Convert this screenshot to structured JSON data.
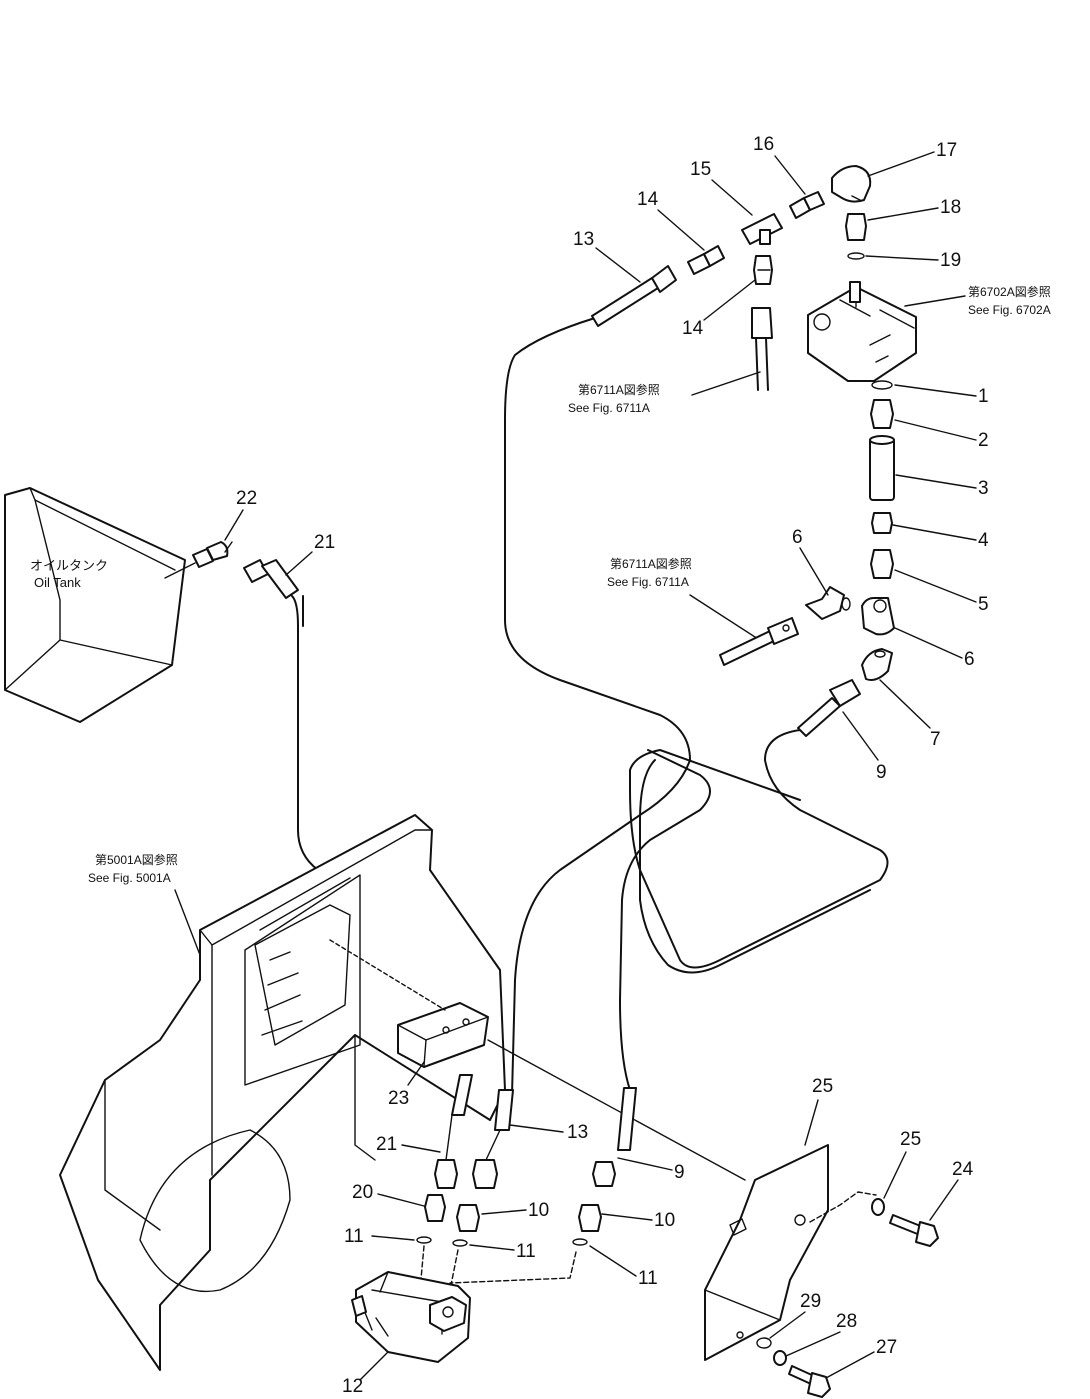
{
  "callouts": {
    "c1": "1",
    "c2": "2",
    "c3": "3",
    "c4": "4",
    "c5": "5",
    "c6a": "6",
    "c6b": "6",
    "c7": "7",
    "c9a": "9",
    "c9b": "9",
    "c10a": "10",
    "c10b": "10",
    "c11a": "11",
    "c11b": "11",
    "c11c": "11",
    "c12": "12",
    "c13a": "13",
    "c13b": "13",
    "c14a": "14",
    "c14b": "14",
    "c15": "15",
    "c16": "16",
    "c17": "17",
    "c18": "18",
    "c19": "19",
    "c20": "20",
    "c21a": "21",
    "c21b": "21",
    "c22": "22",
    "c23": "23",
    "c24": "24",
    "c25a": "25",
    "c25b": "25",
    "c27": "27",
    "c28": "28",
    "c29": "29"
  },
  "refs": {
    "fig6702": {
      "jp": "第6702A図参照",
      "en": "See Fig. 6702A"
    },
    "fig6711_top": {
      "jp": "第6711A図参照",
      "en": "See Fig. 6711A"
    },
    "fig6711_mid": {
      "jp": "第6711A図参照",
      "en": "See Fig. 6711A"
    },
    "fig5001": {
      "jp": "第5001A図参照",
      "en": "See Fig. 5001A"
    }
  },
  "oil_tank": {
    "jp": "オイルタンク",
    "en": "Oil Tank"
  }
}
